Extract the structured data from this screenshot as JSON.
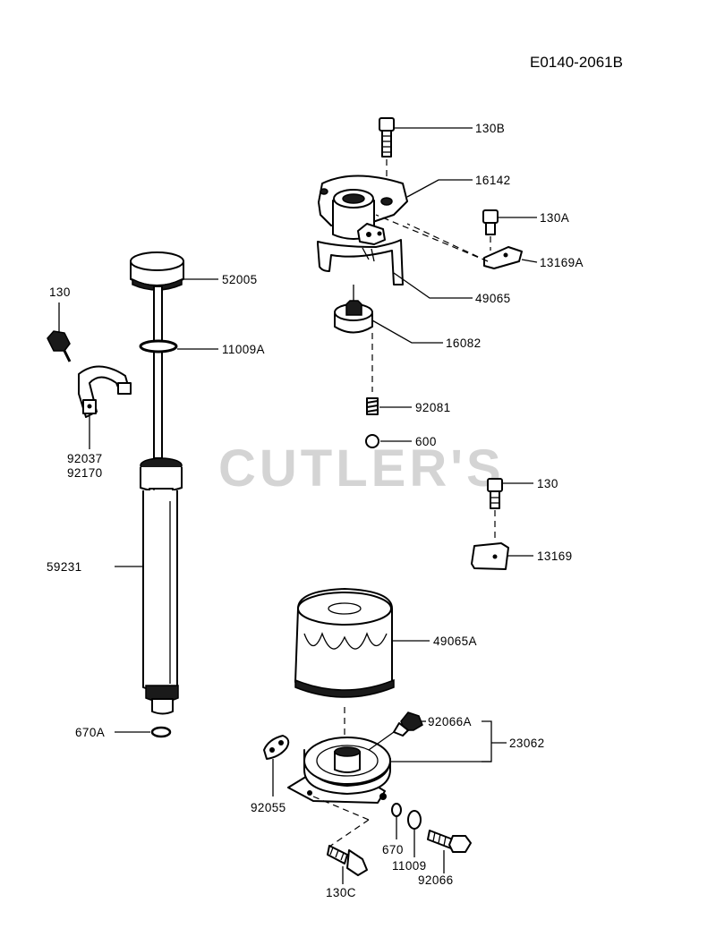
{
  "diagram_code": "E0140-2061B",
  "watermark": "CUTLER'S",
  "labels": {
    "p130B": "130B",
    "p16142": "16142",
    "p130A": "130A",
    "p13169A": "13169A",
    "p49065": "49065",
    "p16082": "16082",
    "p92081": "92081",
    "p600": "600",
    "p130_right": "130",
    "p13169": "13169",
    "p52005": "52005",
    "p11009A": "11009A",
    "p130_left": "130",
    "p92037": "92037",
    "p92170": "92170",
    "p59231": "59231",
    "p670A": "670A",
    "p49065A": "49065A",
    "p92066A": "92066A",
    "p23062": "23062",
    "p92055": "92055",
    "p670": "670",
    "p11009": "11009",
    "p92066": "92066",
    "p130C": "130C"
  }
}
